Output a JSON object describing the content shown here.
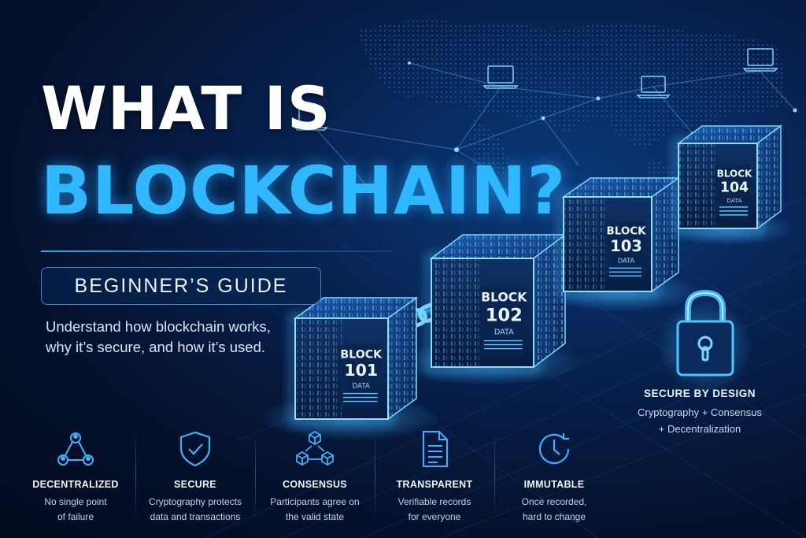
{
  "title": {
    "line1": "WHAT IS",
    "line2": "BLOCKCHAIN?"
  },
  "badge": "BEGINNER’S GUIDE",
  "intro": [
    "Understand how blockchain works,",
    "why it’s secure, and how it’s used."
  ],
  "blocks": [
    {
      "label": "BLOCK",
      "number": "101",
      "data_label": "DATA"
    },
    {
      "label": "BLOCK",
      "number": "102",
      "data_label": "DATA"
    },
    {
      "label": "BLOCK",
      "number": "103",
      "data_label": "DATA"
    },
    {
      "label": "BLOCK",
      "number": "104",
      "data_label": "DATA"
    }
  ],
  "secure": {
    "icon": "padlock-icon",
    "title": "SECURE BY DESIGN",
    "lines": [
      "Cryptography + Consensus",
      "+ Decentralization"
    ]
  },
  "features": [
    {
      "icon": "network-nodes-icon",
      "title": "DECENTRALIZED",
      "desc": [
        "No single point",
        "of failure"
      ]
    },
    {
      "icon": "shield-check-icon",
      "title": "SECURE",
      "desc": [
        "Cryptography protects",
        "data and transactions"
      ]
    },
    {
      "icon": "cube-network-icon",
      "title": "CONSENSUS",
      "desc": [
        "Participants agree on",
        "the valid state"
      ]
    },
    {
      "icon": "document-icon",
      "title": "TRANSPARENT",
      "desc": [
        "Verifiable records",
        "for everyone"
      ]
    },
    {
      "icon": "clock-icon",
      "title": "IMMUTABLE",
      "desc": [
        "Once recorded,",
        "hard to change"
      ]
    }
  ],
  "colors": {
    "accent": "#2fb8ff",
    "background": "#04112c",
    "glow": "#4fc3ff"
  }
}
